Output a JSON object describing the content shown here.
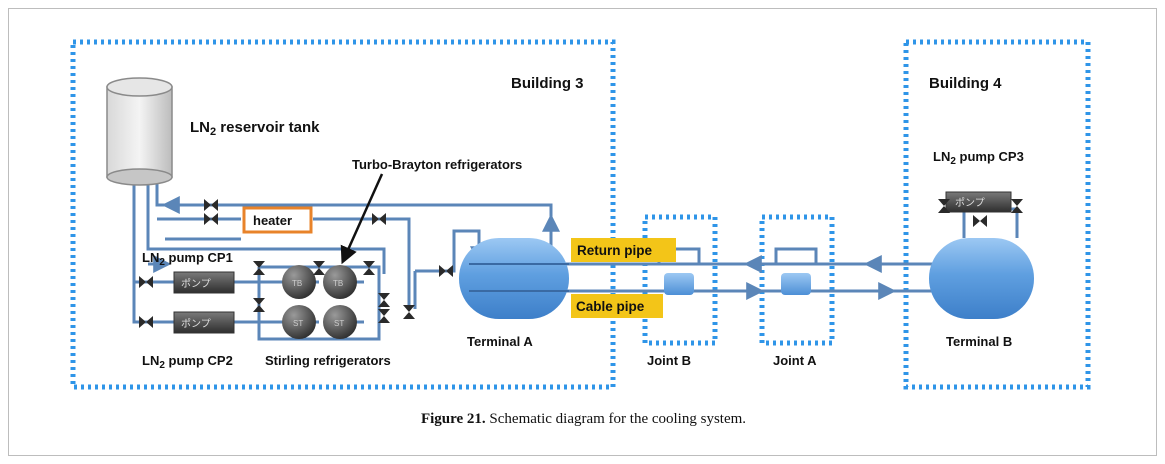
{
  "diagram": {
    "buildings": {
      "building3": "Building 3",
      "building4": "Building 4"
    },
    "components": {
      "reservoir_tank": {
        "prefix": "LN",
        "sub": "2",
        "suffix": " reservoir tank"
      },
      "turbo_brayton": "Turbo-Brayton refrigerators",
      "heater": "heater",
      "pump_cp1": {
        "prefix": "LN",
        "sub": "2",
        "suffix": " pump CP1"
      },
      "pump_cp2": {
        "prefix": "LN",
        "sub": "2",
        "suffix": " pump CP2"
      },
      "pump_cp3": {
        "prefix": "LN",
        "sub": "2",
        "suffix": " pump CP3"
      },
      "stirling": "Stirling refrigerators",
      "terminal_a": "Terminal A",
      "terminal_b": "Terminal B",
      "joint_a": "Joint A",
      "joint_b": "Joint B",
      "return_pipe": "Return pipe",
      "cable_pipe": "Cable pipe",
      "pump_text": "ポンプ",
      "tb_label": "TB",
      "st_label": "ST"
    },
    "colors": {
      "boundary": "#2f95e8",
      "pipe": "#5b86b8",
      "vessel": "#5f9fe0",
      "heater": "#e8832a",
      "pipe_label_bg": "#f3c518"
    }
  },
  "caption": {
    "number": "Figure 21.",
    "text": " Schematic diagram for the cooling system."
  }
}
